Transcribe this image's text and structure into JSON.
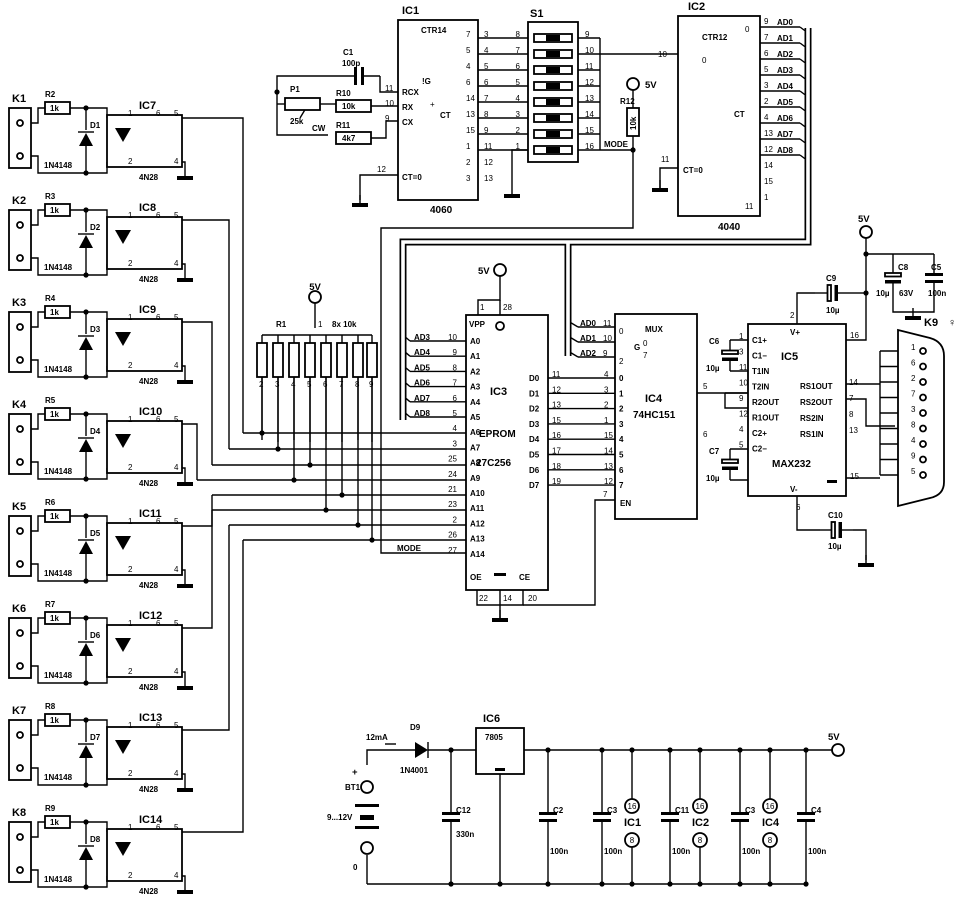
{
  "channels": [
    {
      "connector": "K1",
      "resistor": "R2",
      "res_value": "1k",
      "diode": "D1",
      "diode_part": "1N4148",
      "ic": "IC7",
      "opto": "4N28"
    },
    {
      "connector": "K2",
      "resistor": "R3",
      "res_value": "1k",
      "diode": "D2",
      "diode_part": "1N4148",
      "ic": "IC8",
      "opto": "4N28"
    },
    {
      "connector": "K3",
      "resistor": "R4",
      "res_value": "1k",
      "diode": "D3",
      "diode_part": "1N4148",
      "ic": "IC9",
      "opto": "4N28"
    },
    {
      "connector": "K4",
      "resistor": "R5",
      "res_value": "1k",
      "diode": "D4",
      "diode_part": "1N4148",
      "ic": "IC10",
      "opto": "4N28"
    },
    {
      "connector": "K5",
      "resistor": "R6",
      "res_value": "1k",
      "diode": "D5",
      "diode_part": "1N4148",
      "ic": "IC11",
      "opto": "4N28"
    },
    {
      "connector": "K6",
      "resistor": "R7",
      "res_value": "1k",
      "diode": "D6",
      "diode_part": "1N4148",
      "ic": "IC12",
      "opto": "4N28"
    },
    {
      "connector": "K7",
      "resistor": "R8",
      "res_value": "1k",
      "diode": "D7",
      "diode_part": "1N4148",
      "ic": "IC13",
      "opto": "4N28"
    },
    {
      "connector": "K8",
      "resistor": "R9",
      "res_value": "1k",
      "diode": "D8",
      "diode_part": "1N4148",
      "ic": "IC14",
      "opto": "4N28"
    }
  ],
  "opto_pins": {
    "anode": "1",
    "cathode": "2",
    "base": "6",
    "collector": "5",
    "emitter": "4"
  },
  "ic1": {
    "ref": "IC1",
    "part": "4060",
    "func": "CTR14",
    "reset": "CT=0",
    "ct": "CT",
    "g": "!G",
    "in_pins": [
      {
        "n": "11",
        "label": "RCX"
      },
      {
        "n": "10",
        "label": "RX"
      },
      {
        "n": "9",
        "label": "CX"
      }
    ],
    "rst_pin": "12",
    "out_left": [
      "7",
      "5",
      "4",
      "6",
      "14",
      "13",
      "15",
      "1",
      "2",
      "3"
    ],
    "out_right": [
      "3",
      "4",
      "5",
      "6",
      "7",
      "8",
      "9",
      "11",
      "12",
      "13"
    ]
  },
  "c1": {
    "ref": "C1",
    "value": "100p"
  },
  "p1": {
    "ref": "P1",
    "value": "25k",
    "note": "CW"
  },
  "r10": {
    "ref": "R10",
    "value": "10k"
  },
  "r11": {
    "ref": "R11",
    "value": "4k7"
  },
  "s1": {
    "ref": "S1",
    "left_pins": [
      "8",
      "7",
      "6",
      "5",
      "4",
      "3",
      "2",
      "1"
    ],
    "right_pins": [
      "9",
      "10",
      "11",
      "12",
      "13",
      "14",
      "15",
      "16"
    ]
  },
  "mode_label": "MODE",
  "r12": {
    "ref": "R12",
    "value": "10k",
    "supply": "5V"
  },
  "ic2": {
    "ref": "IC2",
    "part": "4040",
    "func": "CTR12",
    "ct": "CT",
    "reset": "CT=0",
    "clk_pin": "10",
    "rst_pin": "11",
    "stage_left": [
      "0",
      "",
      "",
      "",
      "",
      "",
      "",
      "",
      "",
      "",
      "",
      "11"
    ],
    "stage_pins": [
      "9",
      "7",
      "6",
      "5",
      "3",
      "2",
      "4",
      "13",
      "12",
      "14",
      "15",
      "1"
    ],
    "ad_labels": [
      "AD0",
      "AD1",
      "AD2",
      "AD3",
      "AD4",
      "AD5",
      "AD6",
      "AD7",
      "AD8"
    ]
  },
  "r1": {
    "ref": "R1",
    "network": "8x 10k",
    "supply": "5V",
    "common_pin": "1",
    "pins": [
      "2",
      "3",
      "4",
      "5",
      "6",
      "7",
      "8",
      "9"
    ]
  },
  "ic3": {
    "ref": "IC3",
    "name": "EPROM",
    "part": "27C256",
    "vpp": "VPP",
    "pwr_pins": [
      "1",
      "28"
    ],
    "supply": "5V",
    "bus_labels": [
      "AD3",
      "AD4",
      "AD5",
      "AD6",
      "AD7",
      "AD8"
    ],
    "addr": [
      {
        "pin": "10",
        "label": "A0"
      },
      {
        "pin": "9",
        "label": "A1"
      },
      {
        "pin": "8",
        "label": "A2"
      },
      {
        "pin": "7",
        "label": "A3"
      },
      {
        "pin": "6",
        "label": "A4"
      },
      {
        "pin": "5",
        "label": "A5"
      },
      {
        "pin": "4",
        "label": "A6"
      },
      {
        "pin": "3",
        "label": "A7"
      },
      {
        "pin": "25",
        "label": "A8"
      },
      {
        "pin": "24",
        "label": "A9"
      },
      {
        "pin": "21",
        "label": "A10"
      },
      {
        "pin": "23",
        "label": "A11"
      },
      {
        "pin": "2",
        "label": "A12"
      },
      {
        "pin": "26",
        "label": "A13"
      },
      {
        "pin": "27",
        "label": "A14"
      }
    ],
    "data": [
      {
        "pin": "11",
        "label": "D0"
      },
      {
        "pin": "12",
        "label": "D1"
      },
      {
        "pin": "13",
        "label": "D2"
      },
      {
        "pin": "15",
        "label": "D3"
      },
      {
        "pin": "16",
        "label": "D4"
      },
      {
        "pin": "17",
        "label": "D5"
      },
      {
        "pin": "18",
        "label": "D6"
      },
      {
        "pin": "19",
        "label": "D7"
      }
    ],
    "oe": "OE",
    "ce": "CE",
    "bottom_pins": [
      "22",
      "14",
      "20"
    ]
  },
  "ic4": {
    "ref": "IC4",
    "part": "74HC151",
    "func": "MUX",
    "g": "G",
    "sel": [
      {
        "label": "AD0",
        "pin": "11"
      },
      {
        "label": "AD1",
        "pin": "10"
      },
      {
        "label": "AD2",
        "pin": "9"
      }
    ],
    "sel_marks": [
      "0",
      "2"
    ],
    "g_range": [
      "0",
      "7"
    ],
    "in_nums": [
      "0",
      "1",
      "2",
      "3",
      "4",
      "5",
      "6",
      "7"
    ],
    "in_pins": [
      "4",
      "3",
      "2",
      "1",
      "15",
      "14",
      "13",
      "12"
    ],
    "out_pins": [
      "5",
      "6"
    ],
    "en": "EN",
    "en_pin": "7"
  },
  "ic5": {
    "ref": "IC5",
    "part": "MAX232",
    "left": [
      {
        "pin": "1",
        "label": "C1+"
      },
      {
        "pin": "3",
        "label": "C1−"
      },
      {
        "pin": "11",
        "label": "T1IN"
      },
      {
        "pin": "10",
        "label": "T2IN"
      },
      {
        "pin": "9",
        "label": "R2OUT"
      },
      {
        "pin": "12",
        "label": "R1OUT"
      },
      {
        "pin": "4",
        "label": "C2+"
      },
      {
        "pin": "5",
        "label": "C2−"
      }
    ],
    "right": [
      {
        "pin": "14",
        "label": "RS1OUT"
      },
      {
        "pin": "7",
        "label": "RS2OUT"
      },
      {
        "pin": "8",
        "label": "RS2IN"
      },
      {
        "pin": "13",
        "label": "RS1IN"
      }
    ],
    "vplus": "V+",
    "vminus": "V-",
    "vplus_pin": "2",
    "vminus_pin": "6",
    "vcc_pin": "16",
    "gnd_pin": "15"
  },
  "caps_ic5": {
    "c6": {
      "ref": "C6",
      "value": "10µ"
    },
    "c7": {
      "ref": "C7",
      "value": "10µ"
    },
    "c9": {
      "ref": "C9",
      "value": "10µ"
    },
    "c10": {
      "ref": "C10",
      "value": "10µ"
    },
    "c8": {
      "ref": "C8",
      "value": "10µ",
      "rating": "63V"
    },
    "c5": {
      "ref": "C5",
      "value": "100n"
    },
    "supply": "5V"
  },
  "k9": {
    "ref": "K9",
    "pins": [
      "1",
      "6",
      "2",
      "7",
      "3",
      "8",
      "4",
      "9",
      "5"
    ]
  },
  "psu": {
    "bt": {
      "ref": "BT1",
      "voltage": "9...12V",
      "plus": "+",
      "zero": "0"
    },
    "current": "12mA",
    "d9": {
      "ref": "D9",
      "part": "1N4001"
    },
    "ic6": {
      "ref": "IC6",
      "part": "7805"
    },
    "c12": {
      "ref": "C12",
      "value": "330n"
    },
    "out": "5V",
    "decoupling": [
      {
        "ref": "C2",
        "value": "100n"
      },
      {
        "ref": "C3",
        "value": "100n",
        "ic": "IC1",
        "vcc": "16",
        "gnd": "8"
      },
      {
        "ref": "C11",
        "value": "100n",
        "ic": "IC2",
        "vcc": "16",
        "gnd": "8"
      },
      {
        "ref": "C3",
        "value": "100n",
        "ic": "IC4",
        "vcc": "16",
        "gnd": "8"
      },
      {
        "ref": "C4",
        "value": "100n"
      }
    ]
  }
}
